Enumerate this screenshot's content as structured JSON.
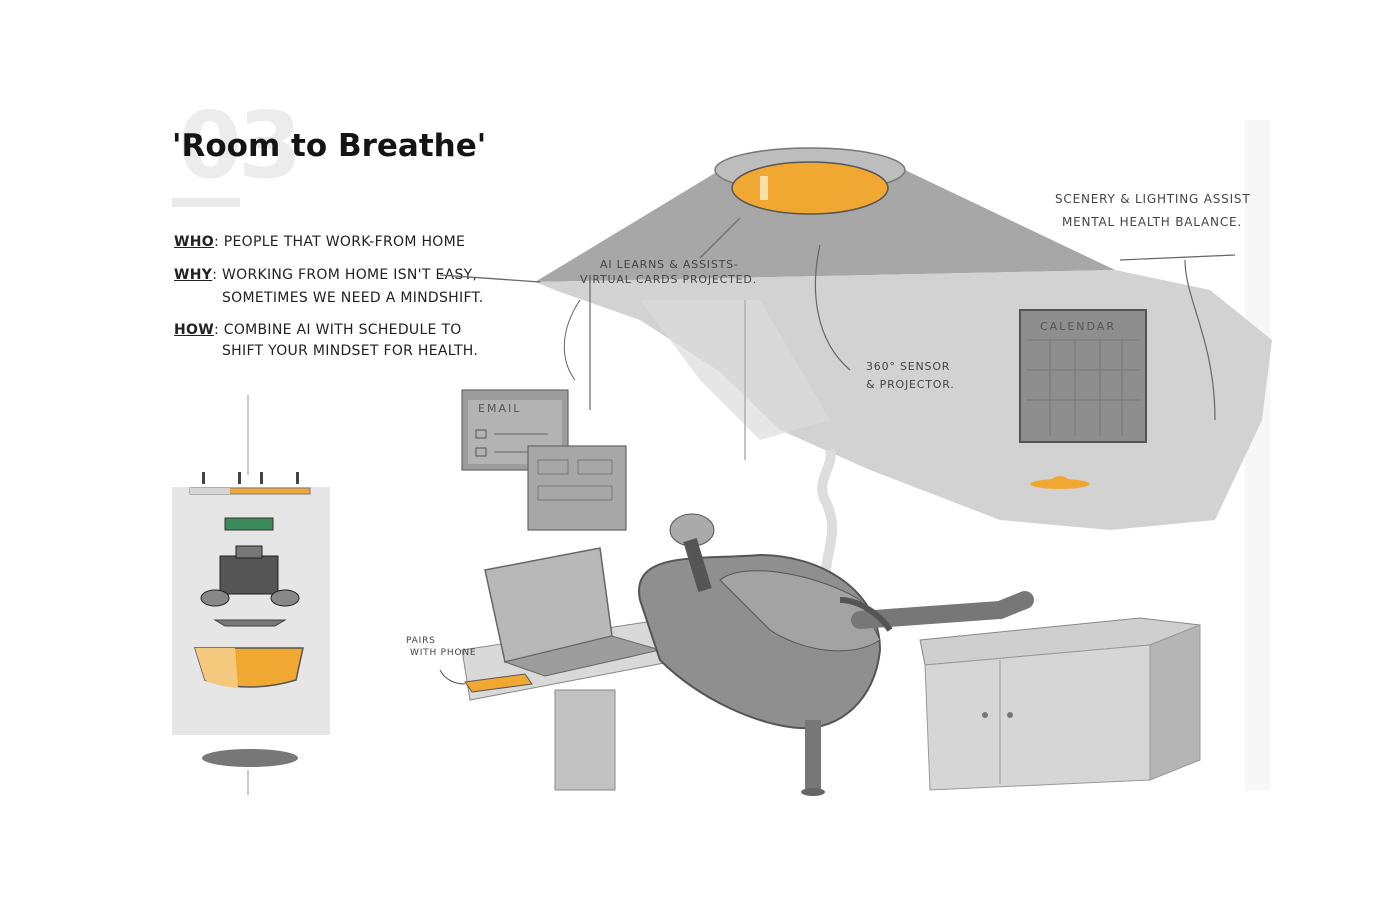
{
  "page_number": "03",
  "title": "'Room to Breathe'",
  "brief": {
    "who_label": "WHO",
    "who_text": "People that work-from home",
    "why_label": "WHY",
    "why_line1": "Working from home isn't easy,",
    "why_line2": "sometimes we need a mindshift.",
    "how_label": "HOW",
    "how_line1": "Combine AI with schedule to",
    "how_line2": "shift your mindset for health."
  },
  "annotations": {
    "ai_line1": "AI learns & assists-",
    "ai_line2": "virtual cards projected.",
    "scenery_line1": "Scenery & lighting assist",
    "scenery_line2": "mental health balance.",
    "sensor_line1": "360° sensor",
    "sensor_line2": "& projector.",
    "pairs_line1": "Pairs",
    "pairs_line2": "with phone"
  },
  "projected_cards": {
    "email_label": "EMAIL",
    "calendar_label": "CALENDAR"
  },
  "colors": {
    "accent_orange": "#f0a832",
    "sketch_gray": "#9a9a9a",
    "light_gray": "#d8d8d8",
    "panel_gray": "#e6e6e6"
  }
}
